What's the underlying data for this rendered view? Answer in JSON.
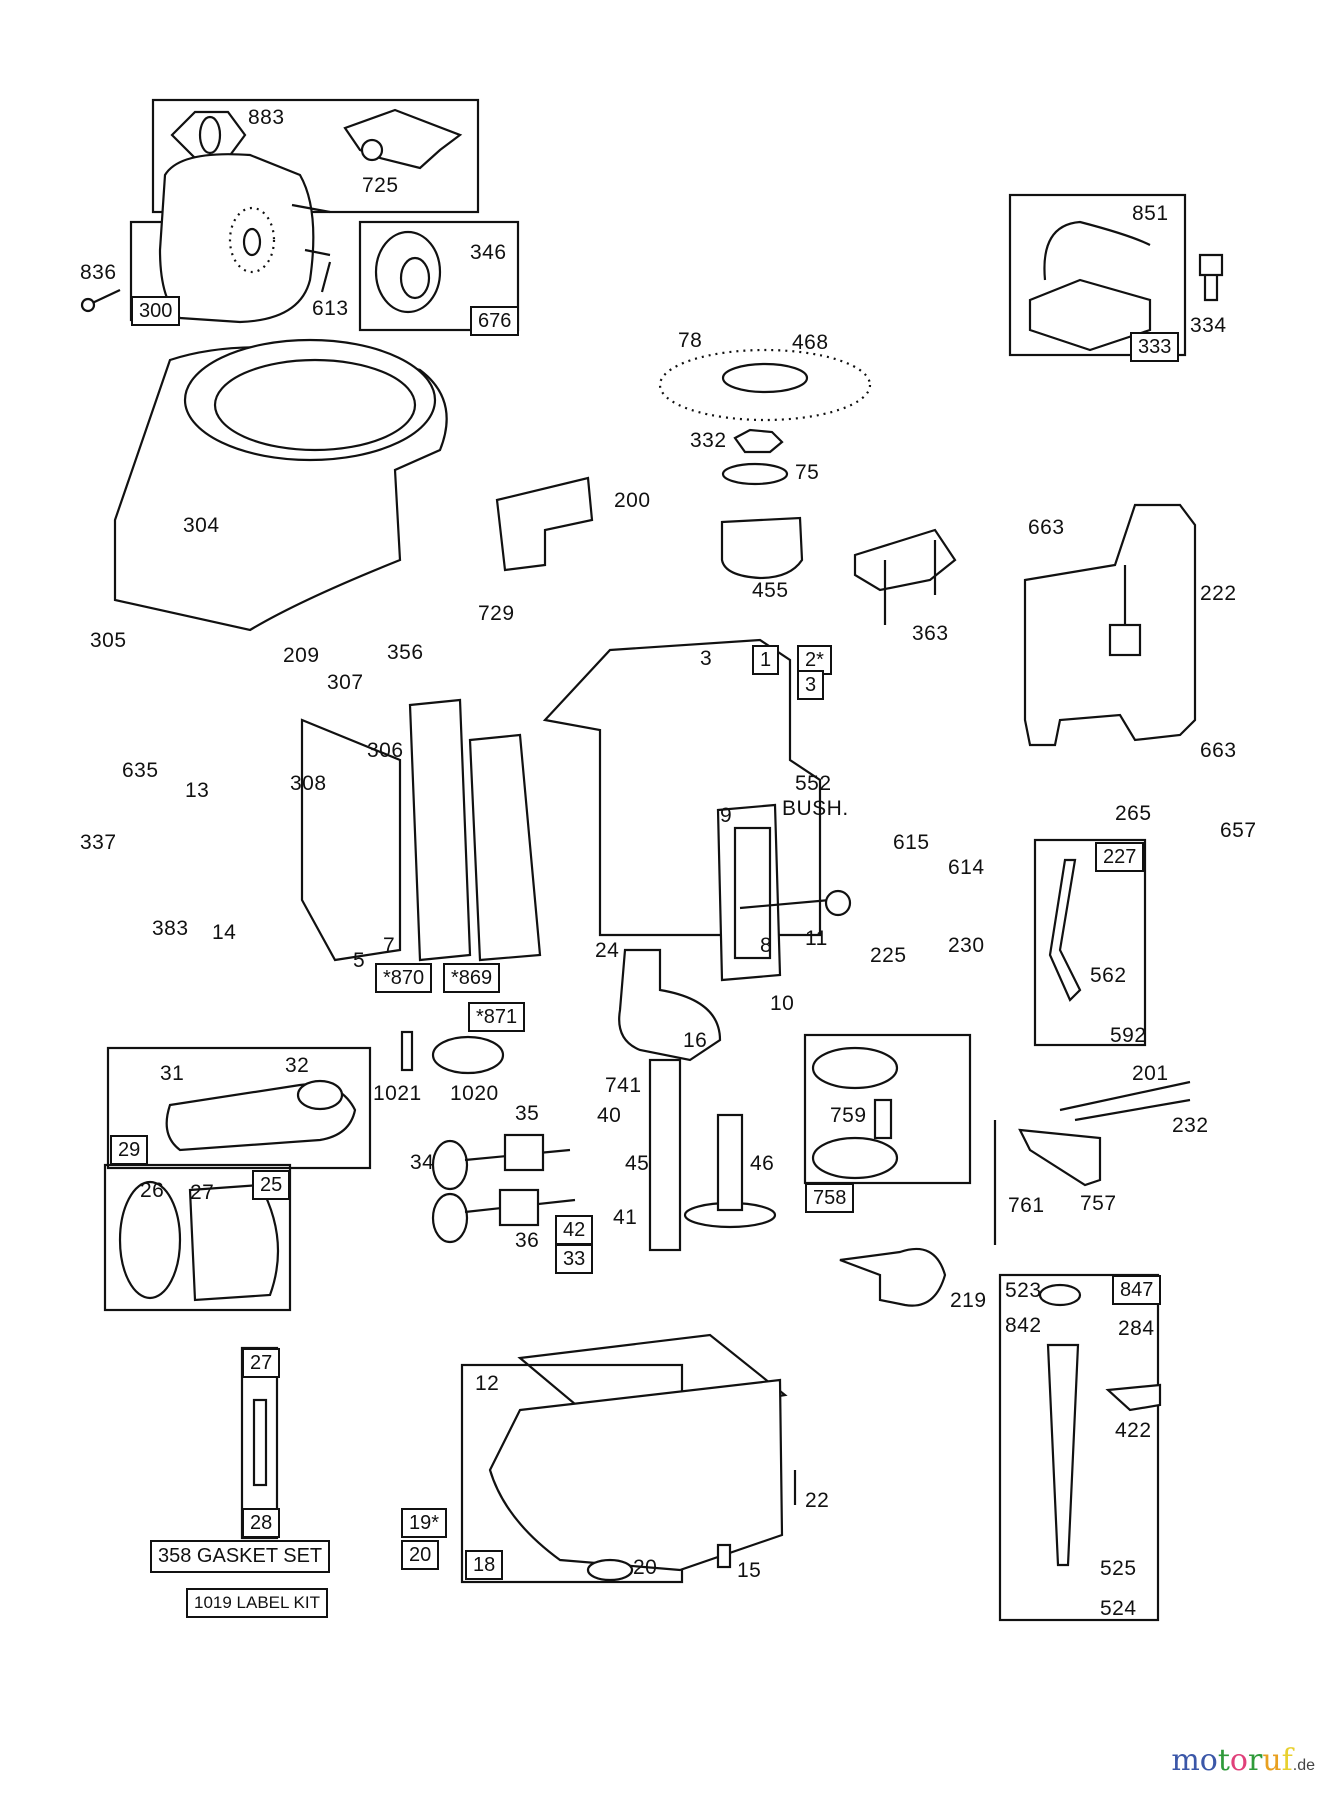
{
  "diagram": {
    "title": "Engine exploded parts diagram",
    "parts": {
      "p883": "883",
      "p725": "725",
      "p836": "836",
      "p300": "300",
      "p613": "613",
      "p346": "346",
      "p676": "676",
      "p851": "851",
      "p334": "334",
      "p333": "333",
      "p78": "78",
      "p468": "468",
      "p332": "332",
      "p75": "75",
      "p455": "455",
      "p200": "200",
      "p304": "304",
      "p305": "305",
      "p209": "209",
      "p729": "729",
      "p356": "356",
      "p363": "363",
      "p663a": "663",
      "p222": "222",
      "p663b": "663",
      "p307": "307",
      "p635": "635",
      "p306": "306",
      "p308": "308",
      "p13": "13",
      "p337": "337",
      "p383": "383",
      "p14": "14",
      "p5": "5",
      "p7": "7",
      "p3": "3",
      "p552": "552",
      "p552b": "BUSH.",
      "p9": "9",
      "p24": "24",
      "p8": "8",
      "p11": "11",
      "p10": "10",
      "p615": "615",
      "p614": "614",
      "p225": "225",
      "p230": "230",
      "p265": "265",
      "p657": "657",
      "p16": "16",
      "p741": "741",
      "p45": "45",
      "p46": "46",
      "p40": "40",
      "p41": "41",
      "p35": "35",
      "p34": "34",
      "p36": "36",
      "p31": "31",
      "p32": "32",
      "p1021": "1021",
      "p1020": "1020",
      "p26": "26",
      "p27a": "27",
      "p759": "759",
      "p201": "201",
      "p232": "232",
      "p761": "761",
      "p757": "757",
      "p219": "219",
      "p562": "562",
      "p592": "592",
      "p523": "523",
      "p842": "842",
      "p284": "284",
      "p422": "422",
      "p525": "525",
      "p524": "524",
      "p12": "12",
      "p22": "22",
      "p15": "15",
      "p20b": "20"
    },
    "boxed_tags": {
      "t1": "1",
      "t2": "2*",
      "t3": "3",
      "t870": "*870",
      "t869": "*869",
      "t871": "*871",
      "t29": "29",
      "t25": "25",
      "t42": "42",
      "t33": "33",
      "t758": "758",
      "t227": "227",
      "t847": "847",
      "t27": "27",
      "t28": "28",
      "t19": "19*",
      "t20": "20",
      "t18": "18"
    },
    "kits": {
      "gasket_set": "358 GASKET SET",
      "label_kit": "1019 LABEL KIT"
    }
  },
  "watermark": {
    "letters": [
      "m",
      "o",
      "t",
      "o",
      "r",
      "u",
      "f"
    ],
    "colors": [
      "#3b57a8",
      "#3b57a8",
      "#2f9a3a",
      "#e0407a",
      "#2f9a3a",
      "#e8a020",
      "#e8d030"
    ],
    "suffix": ".de"
  }
}
